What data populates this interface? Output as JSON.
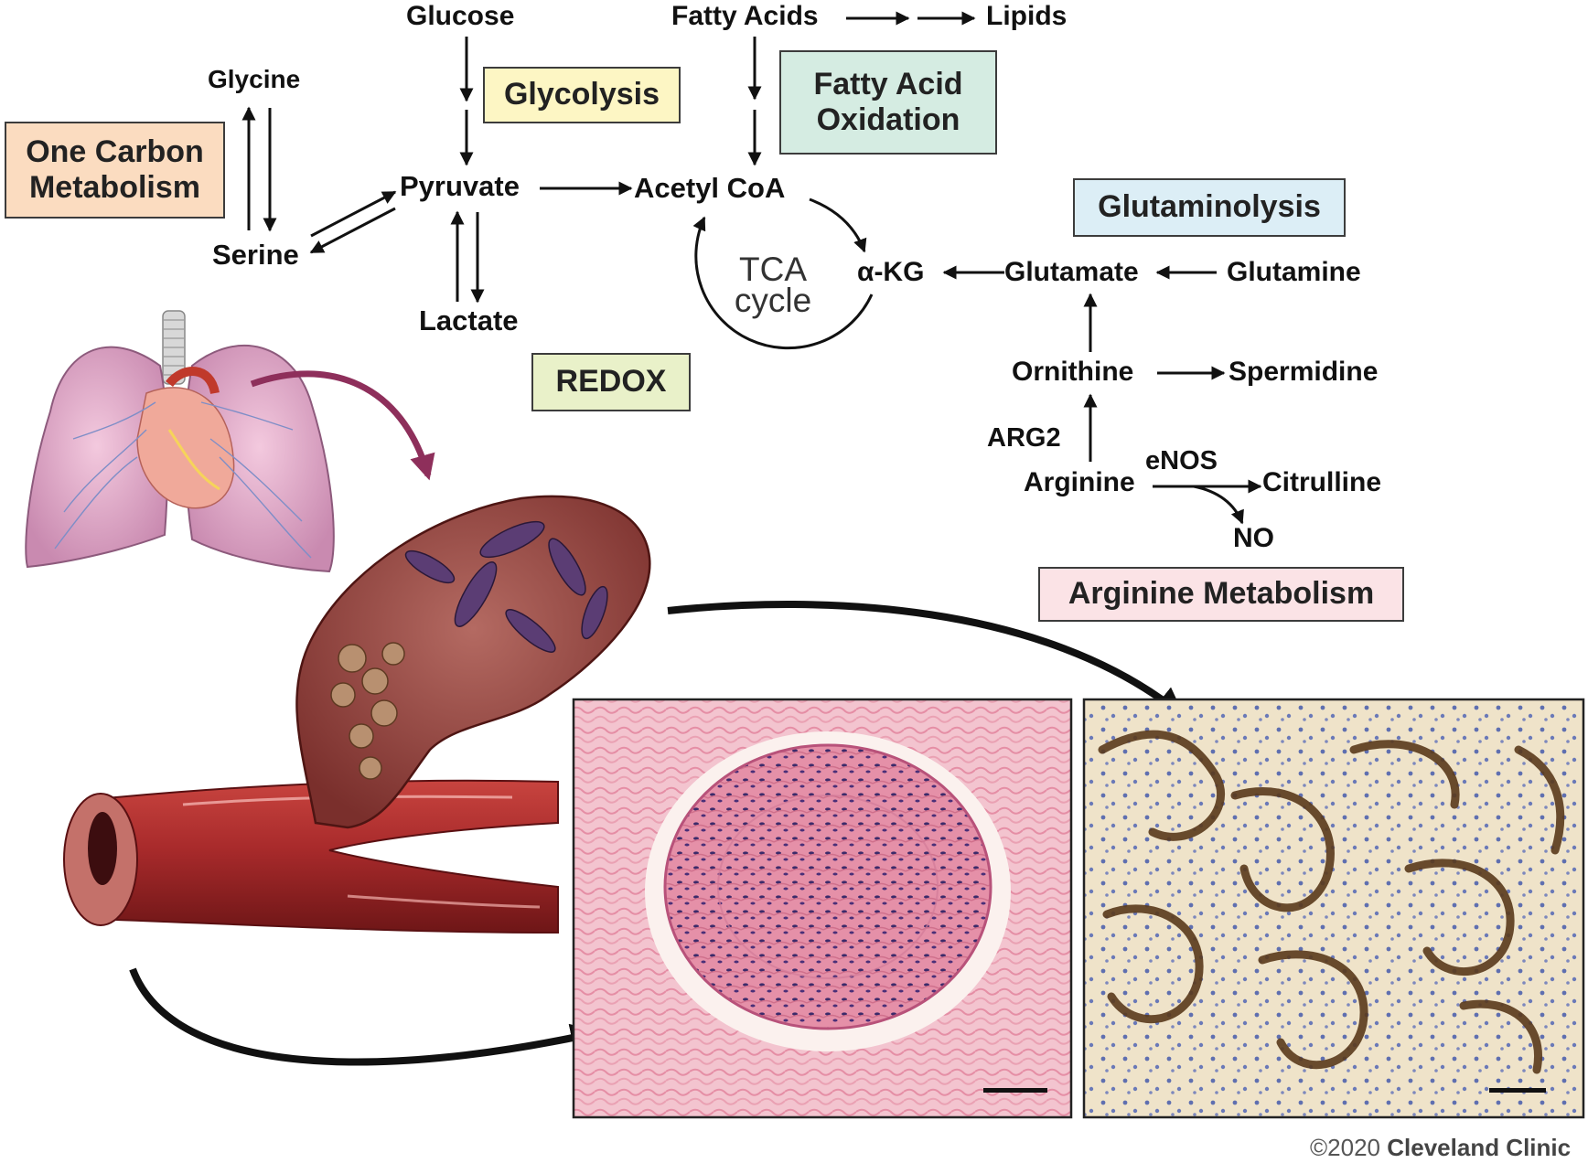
{
  "metabolites": {
    "glucose": "Glucose",
    "fatty_acids": "Fatty Acids",
    "lipids": "Lipids",
    "glycine": "Glycine",
    "serine": "Serine",
    "pyruvate": "Pyruvate",
    "acetyl_coa": "Acetyl CoA",
    "lactate": "Lactate",
    "alpha_kg": "α-KG",
    "glutamate": "Glutamate",
    "glutamine": "Glutamine",
    "ornithine": "Ornithine",
    "spermidine": "Spermidine",
    "arg2": "ARG2",
    "enos": "eNOS",
    "arginine": "Arginine",
    "citrulline": "Citrulline",
    "no": "NO"
  },
  "tca": {
    "line1": "TCA",
    "line2": "cycle"
  },
  "pathways": {
    "one_carbon": {
      "label": "One Carbon Metabolism",
      "color": "#fbdcc0"
    },
    "glycolysis": {
      "label": "Glycolysis",
      "color": "#fdf6c4"
    },
    "fatty_acid_oxidation": {
      "label": "Fatty Acid Oxidation",
      "color": "#d5ece2"
    },
    "glutaminolysis": {
      "label": "Glutaminolysis",
      "color": "#dceef6"
    },
    "redox": {
      "label": "REDOX",
      "color": "#e9f1c9"
    },
    "arginine_metabolism": {
      "label": "Arginine Metabolism",
      "color": "#fbe3e6"
    }
  },
  "panels": {
    "he_stain": {
      "tissue_color": "#e9a3b4",
      "nuclei_color": "#3b2a6a"
    },
    "ihc_stain": {
      "stain_color": "#5a3a1c",
      "background_color": "#efe3c9"
    }
  },
  "credit": {
    "symbol": "©",
    "year": "2020",
    "organization": "Cleveland Clinic"
  }
}
